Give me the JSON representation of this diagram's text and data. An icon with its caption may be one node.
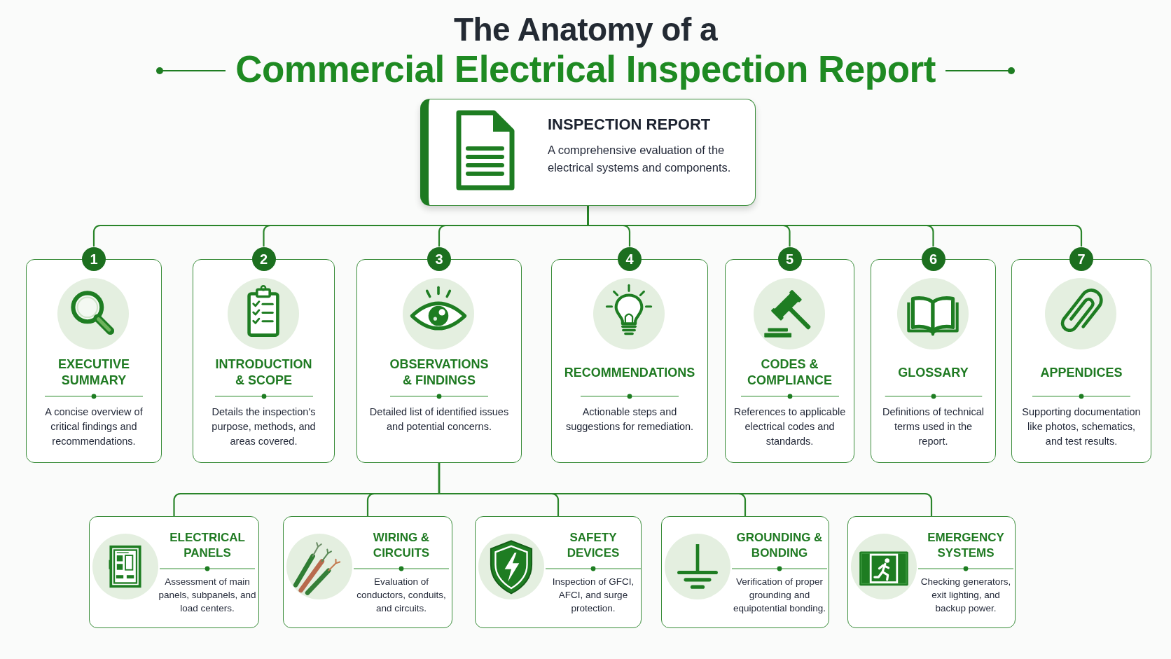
{
  "diagram": {
    "title": "The Anatomy of a",
    "nodes": [
      {
        "text": [
          "INSPECTION REPORT",
          "A comprehensive evaluation of the electrical systems and components."
        ]
      },
      {
        "text": [
          "1",
          "EXECUTIVE SUMMARY",
          "A concise overview of critical findings and recommendations."
        ]
      },
      {
        "text": [
          "2",
          "INTRODUCTION & SCOPE",
          "Details the inspection's purpose, methods, and areas covered."
        ]
      },
      {
        "text": [
          "3",
          "OBSERVATIONS & FINDINGS",
          "Detailed list of identified issues and potential concerns."
        ]
      },
      {
        "text": [
          "4",
          "RECOMMENDATIONS",
          "Actionable steps and suggestions for remediation."
        ]
      },
      {
        "text": [
          "5",
          "CODES & COMPLIANCE",
          "References to applicable electrical codes and standards."
        ]
      },
      {
        "text": [
          "6",
          "GLOSSARY",
          "Definitions of technical terms used in the report."
        ]
      },
      {
        "text": [
          "7",
          "APPENDICES",
          "Supporting documentation like photos, schematics, and test results."
        ]
      },
      {
        "text": [
          "ELECTRICAL PANELS",
          "Assessment of main panels, subpanels, and load centers."
        ]
      },
      {
        "text": [
          "WIRING & CIRCUITS",
          "Evaluation of conductors, conduits, and circuits."
        ]
      },
      {
        "text": [
          "SAFETY DEVICES",
          "Inspection of GFCI, AFCI, and surge protection."
        ]
      },
      {
        "text": [
          "GROUNDING & BONDING",
          "Verification of proper grounding and equipotential bonding."
        ]
      },
      {
        "text": [
          "EMERGENCY SYSTEMS",
          "Checking generators, exit lighting, and backup power."
        ]
      }
    ],
    "edges": [
      {
        "from": 0,
        "to": 1,
        "arrow": "none"
      },
      {
        "from": 0,
        "to": 2,
        "arrow": "none"
      },
      {
        "from": 0,
        "to": 3,
        "arrow": "none"
      },
      {
        "from": 0,
        "to": 4,
        "arrow": "none"
      },
      {
        "from": 0,
        "to": 5,
        "arrow": "none"
      },
      {
        "from": 0,
        "to": 6,
        "arrow": "none"
      },
      {
        "from": 0,
        "to": 7,
        "arrow": "none"
      },
      {
        "from": 3,
        "to": 8,
        "arrow": "none"
      },
      {
        "from": 3,
        "to": 9,
        "arrow": "none"
      },
      {
        "from": 3,
        "to": 10,
        "arrow": "none"
      },
      {
        "from": 3,
        "to": 11,
        "arrow": "none"
      },
      {
        "from": 3,
        "to": 12,
        "arrow": "none"
      }
    ],
    "labels": [
      "Commercial Electrical Inspection Report"
    ]
  }
}
